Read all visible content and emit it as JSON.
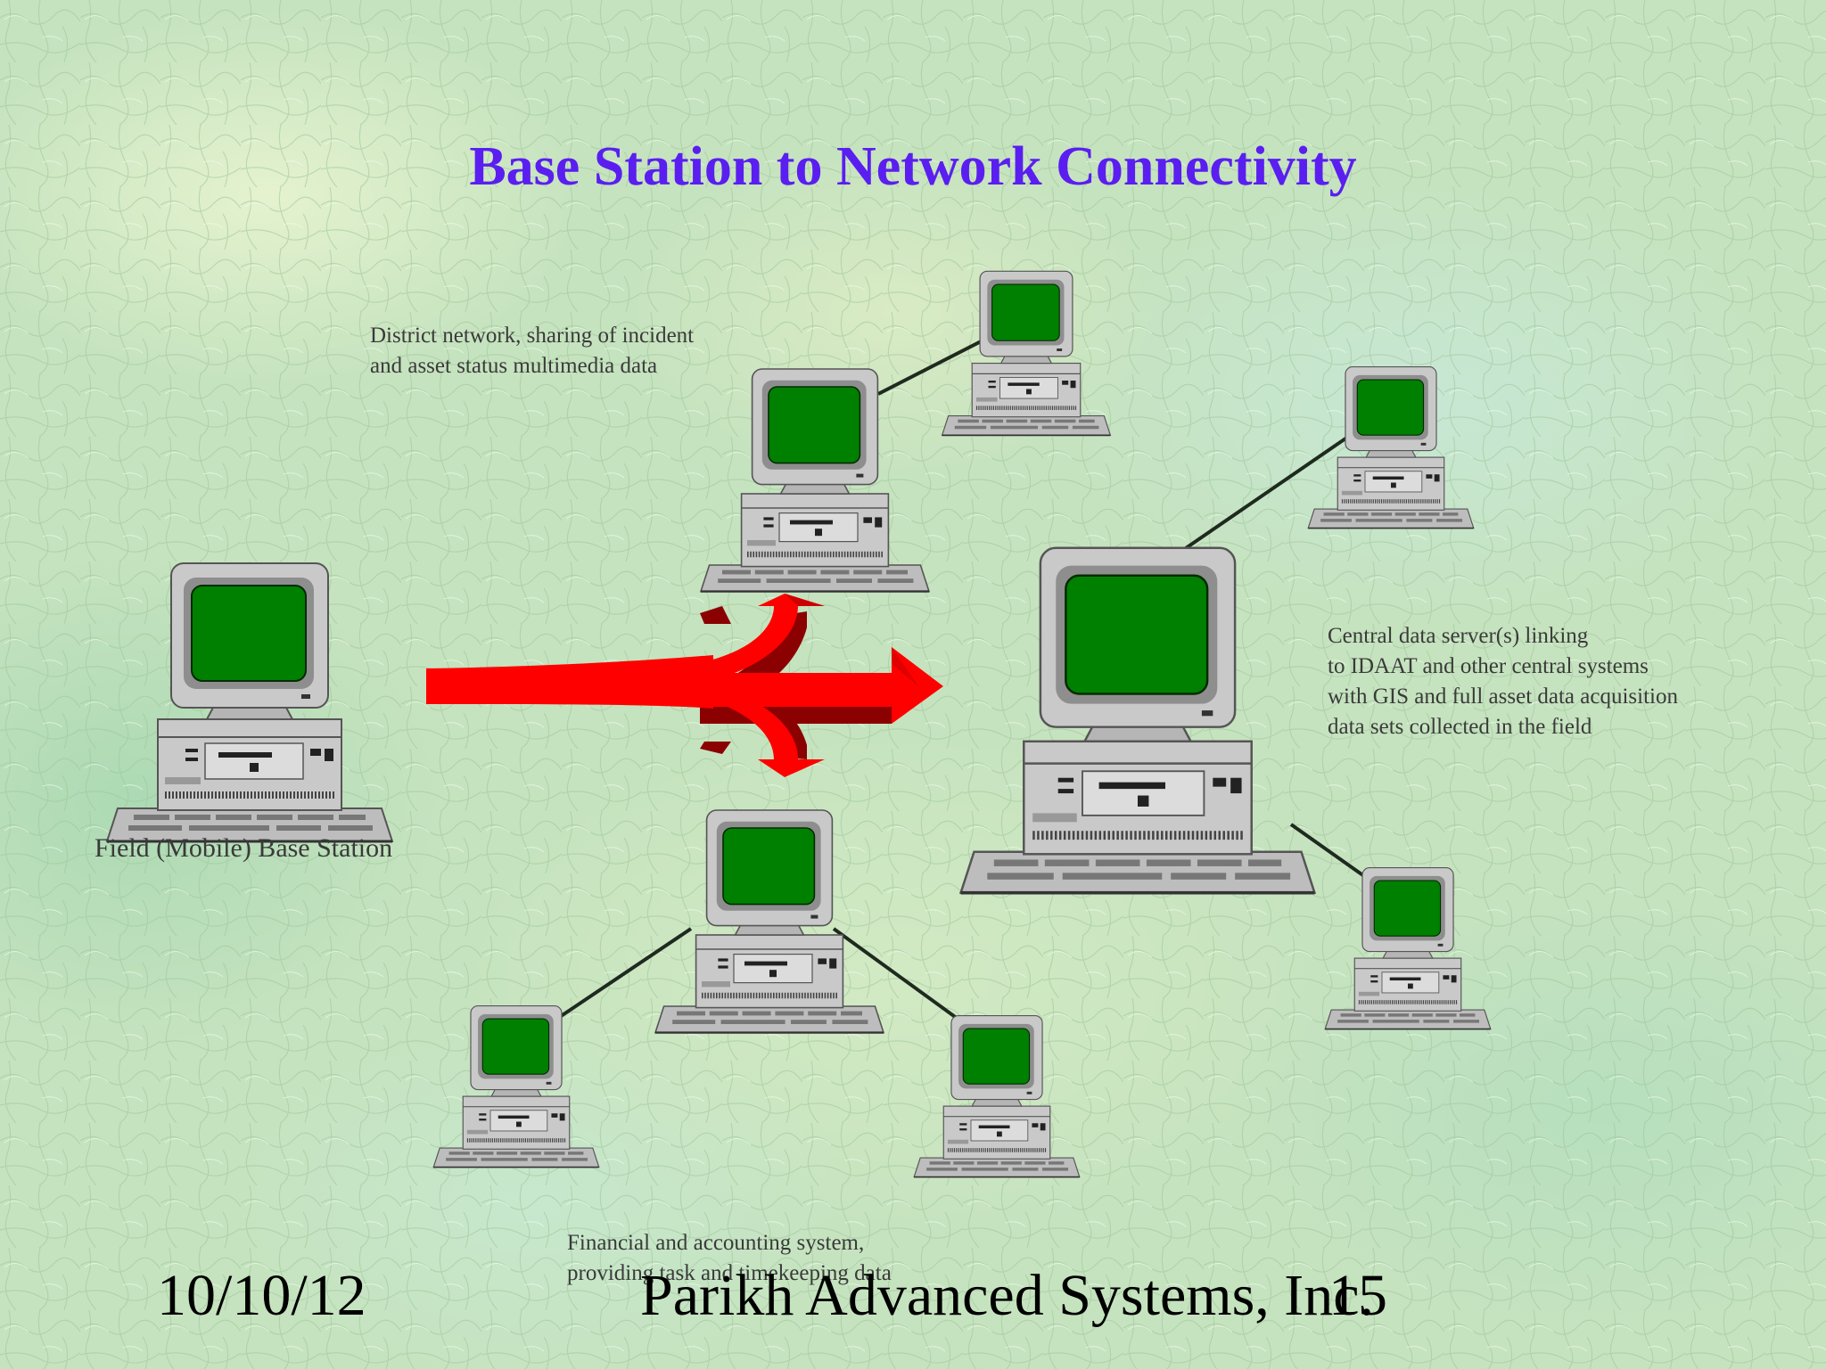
{
  "title": "Base Station to Network Connectivity",
  "labels": {
    "district_network": {
      "line1": "District network, sharing of incident",
      "line2": "and asset status multimedia data"
    },
    "central_server": {
      "line1": "Central data server(s) linking",
      "line2": "to IDAAT and other central systems",
      "line3": "with GIS and full asset data acquisition",
      "line4": "data sets collected in the field"
    },
    "field_base_station": "Field (Mobile) Base Station",
    "financial": {
      "line1": "Financial and accounting system,",
      "line2": "providing task and timekeeping data"
    }
  },
  "footer": {
    "date": "10/10/12",
    "company": "Parikh Advanced Systems, Inc.",
    "page_number": "15"
  },
  "colors": {
    "title": "#5a1ef0",
    "screen": "#008000",
    "arrow": "#ff0000",
    "arrow_shadow": "#8b0000",
    "case": "#c0c0c0"
  }
}
